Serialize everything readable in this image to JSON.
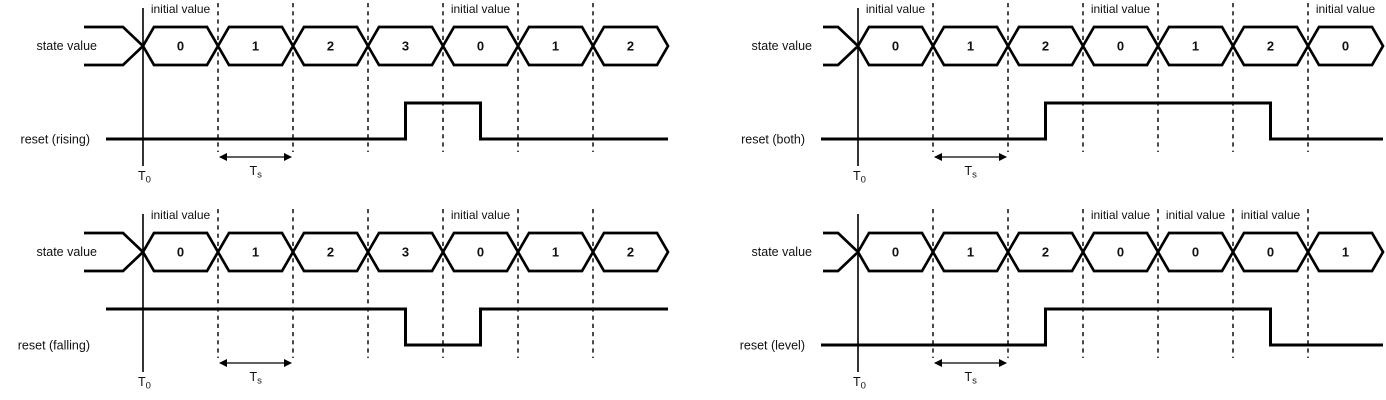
{
  "figure": {
    "background_color": "#ffffff",
    "line_color": "#000000",
    "dashed_line_color": "#2b2b2b"
  },
  "labels": {
    "state_signal": "state value",
    "initial_value": "initial value",
    "t0_main": "T",
    "t0_sub": "0",
    "ts_main": "T",
    "ts_sub": "s"
  },
  "diagrams": [
    {
      "name": "reset-rising",
      "reset_label": "reset (rising)",
      "cells": [
        "0",
        "1",
        "2",
        "3",
        "0",
        "1",
        "2"
      ],
      "initial_value_cells": [
        0,
        4
      ],
      "reset_default": "low",
      "reset_changes": [
        {
          "at_cell": 3.5,
          "level": "high"
        },
        {
          "at_cell": 4.5,
          "level": "low"
        }
      ]
    },
    {
      "name": "reset-both",
      "reset_label": "reset (both)",
      "cells": [
        "0",
        "1",
        "2",
        "0",
        "1",
        "2",
        "0"
      ],
      "initial_value_cells": [
        0,
        3,
        6
      ],
      "reset_default": "low",
      "reset_changes": [
        {
          "at_cell": 2.5,
          "level": "high"
        },
        {
          "at_cell": 5.5,
          "level": "low"
        }
      ]
    },
    {
      "name": "reset-falling",
      "reset_label": "reset (falling)",
      "cells": [
        "0",
        "1",
        "2",
        "3",
        "0",
        "1",
        "2"
      ],
      "initial_value_cells": [
        0,
        4
      ],
      "reset_default": "high",
      "reset_changes": [
        {
          "at_cell": 3.5,
          "level": "low"
        },
        {
          "at_cell": 4.5,
          "level": "high"
        }
      ]
    },
    {
      "name": "reset-level",
      "reset_label": "reset (level)",
      "cells": [
        "0",
        "1",
        "2",
        "0",
        "0",
        "0",
        "1"
      ],
      "initial_value_cells": [
        3,
        4,
        5
      ],
      "reset_default": "low",
      "reset_changes": [
        {
          "at_cell": 2.5,
          "level": "high"
        },
        {
          "at_cell": 5.5,
          "level": "low"
        }
      ]
    }
  ]
}
